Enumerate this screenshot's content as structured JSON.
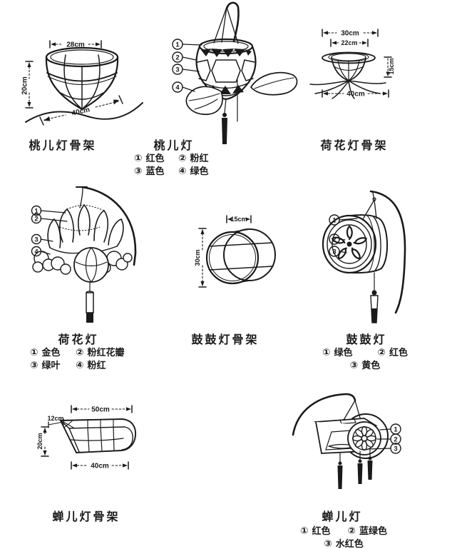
{
  "page": {
    "background": "#ffffff",
    "ink": "#1a1a1a"
  },
  "figures": {
    "peach_frame": {
      "title": "桃儿灯骨架",
      "dims": {
        "top": "28cm",
        "left": "20cm",
        "bottom": "40cm"
      }
    },
    "peach_lantern": {
      "title": "桃儿灯",
      "callout_numbers": [
        "1",
        "2",
        "3",
        "4"
      ],
      "legend": [
        {
          "marker": "①",
          "label": "红色"
        },
        {
          "marker": "②",
          "label": "粉红"
        },
        {
          "marker": "③",
          "label": "蓝色"
        },
        {
          "marker": "④",
          "label": "绿色"
        }
      ]
    },
    "lotus_frame": {
      "title": "荷花灯骨架",
      "dims": {
        "top": "30cm",
        "inner": "22cm",
        "right": "15cm",
        "bottom": "40cm"
      }
    },
    "lotus_lantern": {
      "title": "荷花灯",
      "callout_numbers": [
        "1",
        "2",
        "3",
        "4"
      ],
      "legend": [
        {
          "marker": "①",
          "label": "金色"
        },
        {
          "marker": "②",
          "label": "粉红花瓣"
        },
        {
          "marker": "③",
          "label": "绿叶"
        },
        {
          "marker": "④",
          "label": "粉红"
        }
      ]
    },
    "drum_frame": {
      "title": "鼓鼓灯骨架",
      "dims": {
        "top": "15cm",
        "left": "30cm"
      }
    },
    "drum_lantern": {
      "title": "鼓鼓灯",
      "callout_numbers": [
        "1",
        "2",
        "3"
      ],
      "legend": [
        {
          "marker": "①",
          "label": "绿色"
        },
        {
          "marker": "②",
          "label": "红色"
        },
        {
          "marker": "③",
          "label": "黄色"
        }
      ]
    },
    "cicada_frame": {
      "title": "蝉儿灯骨架",
      "dims": {
        "top": "50cm",
        "small": "12cm",
        "left": "20cm",
        "bottom": "40cm"
      }
    },
    "cicada_lantern": {
      "title": "蝉儿灯",
      "callout_numbers": [
        "1",
        "2",
        "3"
      ],
      "legend": [
        {
          "marker": "①",
          "label": "红色"
        },
        {
          "marker": "②",
          "label": "蓝绿色"
        },
        {
          "marker": "③",
          "label": "水红色"
        }
      ]
    }
  }
}
